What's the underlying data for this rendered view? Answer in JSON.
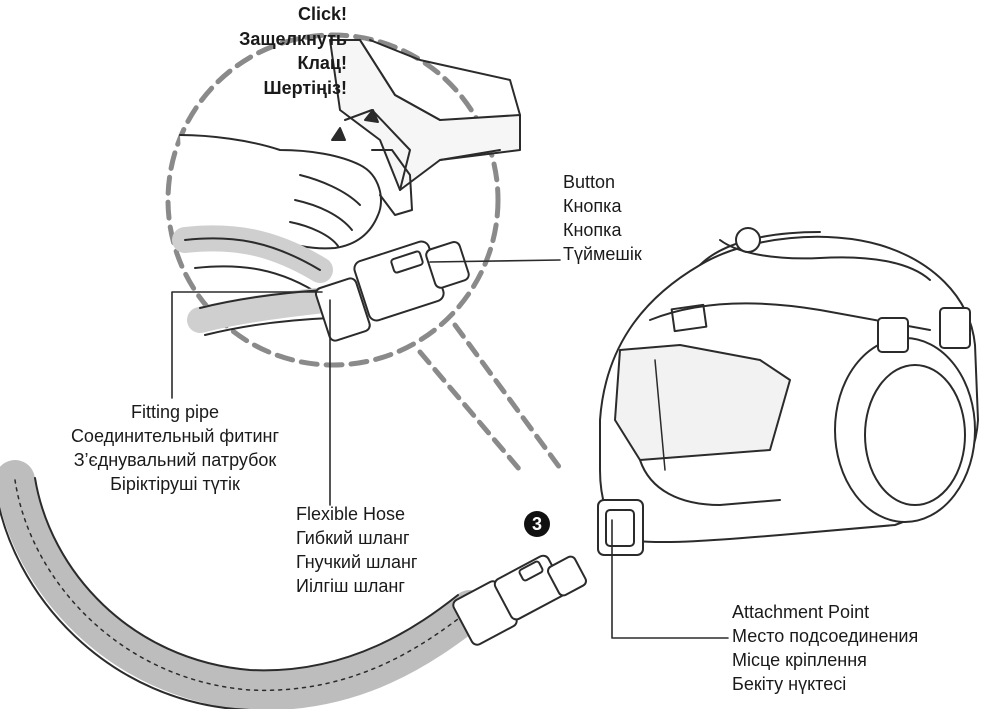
{
  "step_number": "3",
  "click_labels": [
    "Click!",
    "Защелкнуть",
    "Клац!",
    "Шертіңіз!"
  ],
  "button_labels": [
    "Button",
    "Кнопка",
    "Кнопка",
    "Түймешік"
  ],
  "fitting_pipe_labels": [
    "Fitting pipe",
    "Соединительный фитинг",
    "З’єднувальний патрубок",
    "Біріктіруші түтік"
  ],
  "flexible_hose_labels": [
    "Flexible Hose",
    "Гибкий шланг",
    "Гнучкий шланг",
    "Иілгіш шланг"
  ],
  "attachment_point_labels": [
    "Attachment Point",
    "Место подсоединения",
    "Місце кріплення",
    "Бекіту нүктесі"
  ]
}
